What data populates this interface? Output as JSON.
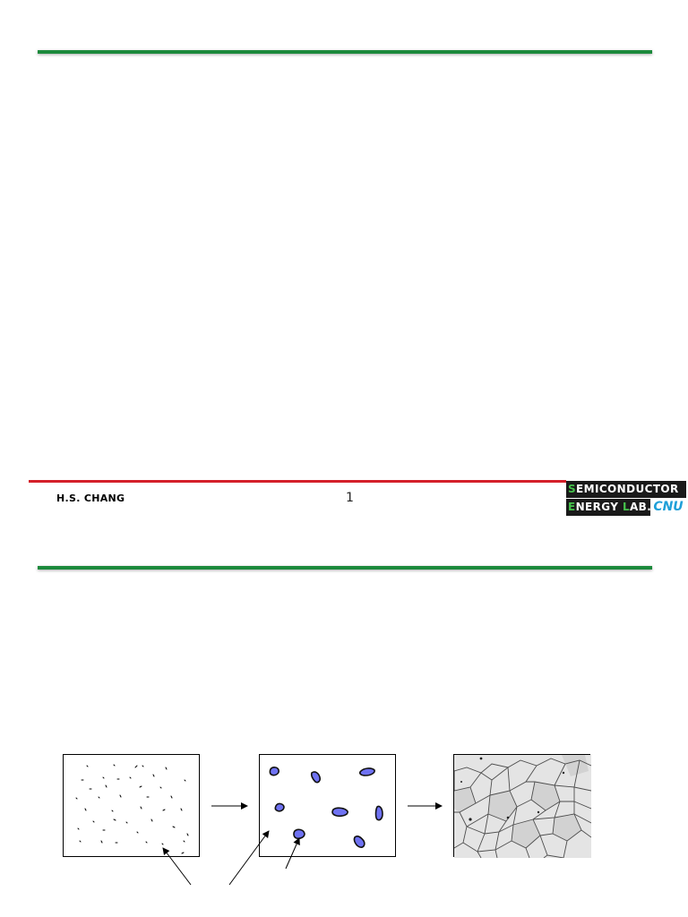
{
  "footer": {
    "author": "H.S. CHANG",
    "page_number": "1"
  },
  "logo": {
    "line1_initial": "S",
    "line1_rest": "EMICONDUCTOR",
    "line2_initial": "E",
    "line2_mid": "NERGY ",
    "line2_initial2": "L",
    "line2_rest": "AB.",
    "badge": "CNU"
  },
  "colors": {
    "green_rule": "#1c8a3c",
    "red_rule": "#d4202a",
    "grain_fill": "#6f72f2",
    "logo_accent": "#46c34c",
    "cnu_blue": "#1f9fd8"
  },
  "figure": {
    "panels": [
      "nucleation",
      "grain-growth",
      "polycrystal-micrograph"
    ]
  }
}
